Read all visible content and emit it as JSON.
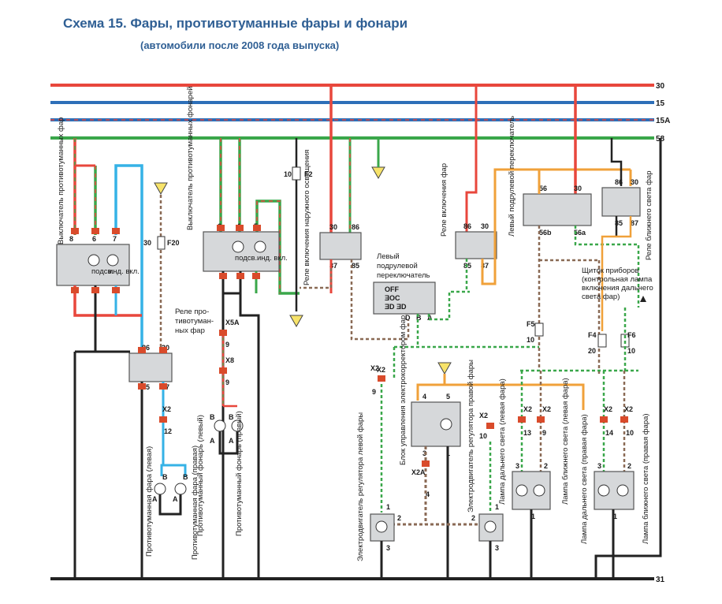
{
  "title": "Схема 15. Фары, противотуманные фары и фонари",
  "subtitle": "(автомобили после 2008 года выпуска)",
  "buses": [
    "30",
    "15",
    "15A",
    "58",
    "31"
  ],
  "colors": {
    "red": "#e8473c",
    "blue": "#2d6fb8",
    "green": "#3aa74a",
    "black": "#222222",
    "cyan": "#35b2e6",
    "orange": "#f0a13a",
    "brown": "#8a6a55",
    "gray": "#9a9a9a"
  },
  "components": {
    "fog_switch": "Выключатель противотуманных фар",
    "fog_switch_sub1": "подсв.",
    "fog_switch_sub2": "инд. вкл.",
    "fog_relay": "Реле противотуманных фар",
    "rear_fog_switch": "Выключатель противотуманных фонарей",
    "outdoor_relay": "Реле включения наружного освещения",
    "left_sub_switch": "Левый подрулевой переключатель",
    "headlight_relay": "Реле включения фар",
    "left_sub_switch2": "Левый подрулевой переключатель",
    "low_beam_relay": "Реле ближнего света фар",
    "dashboard": "Щиток приборов (контрольная лампа включения дальнего света фар)",
    "fog_left": "Противотуманная фара (левая)",
    "fog_right": "Противотуманная фара (правая)",
    "rear_fog_left": "Противотуманный фонарь (левый)",
    "rear_fog_right": "Противотуманный фонарь (правый)",
    "motor_left": "Электродвигатель регулятора левой фары",
    "corrector_unit": "Блок управления электрокорректором фар",
    "motor_right": "Электродвигатель регулятора правой фары",
    "high_left": "Лампа дальнего света (левая фара)",
    "low_left": "Лампа ближнего света (левая фара)",
    "high_right": "Лампа дальнего света (правая фара)",
    "low_right": "Лампа ближнего света (правая фара)"
  },
  "fuses": [
    "F2",
    "F20",
    "F5",
    "F4",
    "F6"
  ],
  "connectors": [
    "X2",
    "X5A",
    "X8",
    "X2A"
  ],
  "switch_positions": [
    "OFF",
    "ƎOC",
    "ƎD ƎD"
  ]
}
